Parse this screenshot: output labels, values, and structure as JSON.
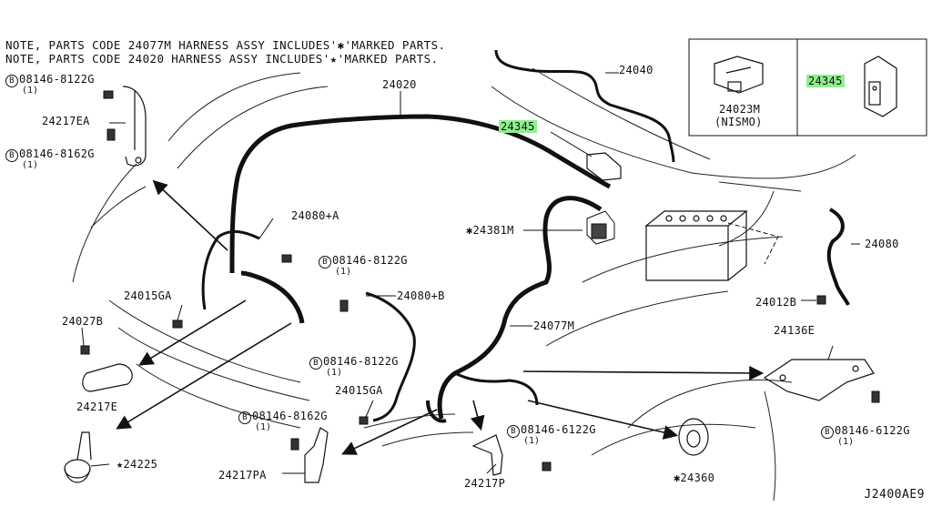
{
  "notes": [
    "NOTE, PARTS CODE 24077M HARNESS ASSY INCLUDES'✱'MARKED PARTS.",
    "NOTE, PARTS CODE 24020 HARNESS ASSY INCLUDES'★'MARKED PARTS."
  ],
  "labels": {
    "p24020": "24020",
    "p24040": "24040",
    "p24345_main": "24345",
    "p24345_inset": "24345",
    "p24023m": "24023M",
    "p24023m_sub": "(NISMO)",
    "p24381m": "✱24381M",
    "p24080a": "24080+A",
    "p24080b": "24080+B",
    "p24080": "24080",
    "p24012b": "24012B",
    "p24077m": "24077M",
    "p24136e": "24136E",
    "p24015ga_1": "24015GA",
    "p24015ga_2": "24015GA",
    "p24027b": "24027B",
    "p24217e": "24217E",
    "p24217ea": "24217EA",
    "p24217pa": "24217PA",
    "p24217p": "24217P",
    "p24225": "★24225",
    "p24360": "✱24360",
    "b1": "08146-8122G",
    "b2": "08146-8162G",
    "b3": "08146-8122G",
    "b4": "08146-8122G",
    "b5": "08146-8162G",
    "b6": "08146-6122G",
    "b7": "08146-6122G",
    "qty": "(1)",
    "bolt_symbol": "B"
  },
  "figure_id": "J2400AE9",
  "colors": {
    "line": "#111111",
    "highlight": "#8ef08e",
    "background": "#ffffff"
  }
}
